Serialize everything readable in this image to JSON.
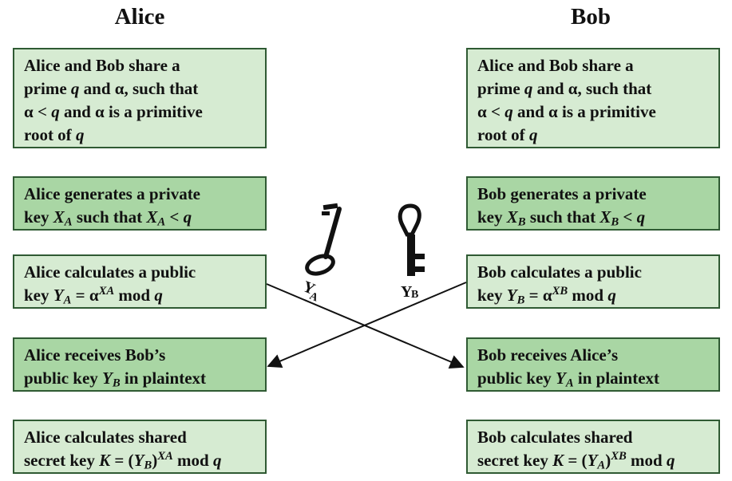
{
  "headings": {
    "alice": "Alice",
    "bob": "Bob"
  },
  "alice_boxes": [
    {
      "parts": [
        {
          "t": "Alice and Bob share a"
        },
        {
          "br": true
        },
        {
          "t": "prime "
        },
        {
          "i": "q"
        },
        {
          "t": " and α, such that"
        },
        {
          "br": true
        },
        {
          "t": "α < "
        },
        {
          "i": "q"
        },
        {
          "t": " and α is a primitive"
        },
        {
          "br": true
        },
        {
          "t": "root of "
        },
        {
          "i": "q"
        }
      ]
    },
    {
      "parts": [
        {
          "t": "Alice generates a private"
        },
        {
          "br": true
        },
        {
          "t": "key "
        },
        {
          "i": "X"
        },
        {
          "sub": "A"
        },
        {
          "t": " such that "
        },
        {
          "i": "X"
        },
        {
          "sub": "A"
        },
        {
          "t": " < "
        },
        {
          "i": "q"
        }
      ]
    },
    {
      "parts": [
        {
          "t": "Alice calculates a public"
        },
        {
          "br": true
        },
        {
          "t": "key "
        },
        {
          "i": "Y"
        },
        {
          "sub": "A"
        },
        {
          "t": " = α"
        },
        {
          "sup": "XA"
        },
        {
          "t": " mod "
        },
        {
          "i": "q"
        }
      ]
    },
    {
      "parts": [
        {
          "t": "Alice receives Bob’s"
        },
        {
          "br": true
        },
        {
          "t": "public key "
        },
        {
          "i": "Y"
        },
        {
          "sub": "B"
        },
        {
          "t": " in plaintext"
        }
      ]
    },
    {
      "parts": [
        {
          "t": "Alice calculates shared"
        },
        {
          "br": true
        },
        {
          "t": "secret key "
        },
        {
          "i": "K"
        },
        {
          "t": " = ("
        },
        {
          "i": "Y"
        },
        {
          "sub": "B"
        },
        {
          "t": ")"
        },
        {
          "sup": "XA"
        },
        {
          "t": " mod "
        },
        {
          "i": "q"
        }
      ]
    }
  ],
  "bob_boxes": [
    {
      "parts": [
        {
          "t": "Alice and Bob share a"
        },
        {
          "br": true
        },
        {
          "t": "prime "
        },
        {
          "i": "q"
        },
        {
          "t": " and α, such that"
        },
        {
          "br": true
        },
        {
          "t": "α < "
        },
        {
          "i": "q"
        },
        {
          "t": " and α is a primitive"
        },
        {
          "br": true
        },
        {
          "t": "root of "
        },
        {
          "i": "q"
        }
      ]
    },
    {
      "parts": [
        {
          "t": "Bob generates a private"
        },
        {
          "br": true
        },
        {
          "t": "key "
        },
        {
          "i": "X"
        },
        {
          "sub": "B"
        },
        {
          "t": " such that "
        },
        {
          "i": "X"
        },
        {
          "sub": "B"
        },
        {
          "t": " < "
        },
        {
          "i": "q"
        }
      ]
    },
    {
      "parts": [
        {
          "t": "Bob calculates a public"
        },
        {
          "br": true
        },
        {
          "t": "key "
        },
        {
          "i": "Y"
        },
        {
          "sub": "B"
        },
        {
          "t": " = α"
        },
        {
          "sup": "XB"
        },
        {
          "t": " mod "
        },
        {
          "i": "q"
        }
      ]
    },
    {
      "parts": [
        {
          "t": "Bob receives Alice’s"
        },
        {
          "br": true
        },
        {
          "t": "public key "
        },
        {
          "i": "Y"
        },
        {
          "sub": "A"
        },
        {
          "t": " in plaintext"
        }
      ]
    },
    {
      "parts": [
        {
          "t": "Bob calculates shared"
        },
        {
          "br": true
        },
        {
          "t": "secret key "
        },
        {
          "i": "K"
        },
        {
          "t": " = ("
        },
        {
          "i": "Y"
        },
        {
          "sub": "A"
        },
        {
          "t": ")"
        },
        {
          "sup": "XB"
        },
        {
          "t": " mod "
        },
        {
          "i": "q"
        }
      ]
    }
  ],
  "key_labels": {
    "left_main": "Y",
    "left_sub": "A",
    "right_main": "Y",
    "right_sub": "B"
  },
  "icons": {
    "left_key": "key-icon",
    "right_key": "key-icon"
  },
  "colors": {
    "box_light": "#d6ebd2",
    "box_dark": "#a9d6a4",
    "box_border": "#2f5a33",
    "arrow": "#111111"
  }
}
